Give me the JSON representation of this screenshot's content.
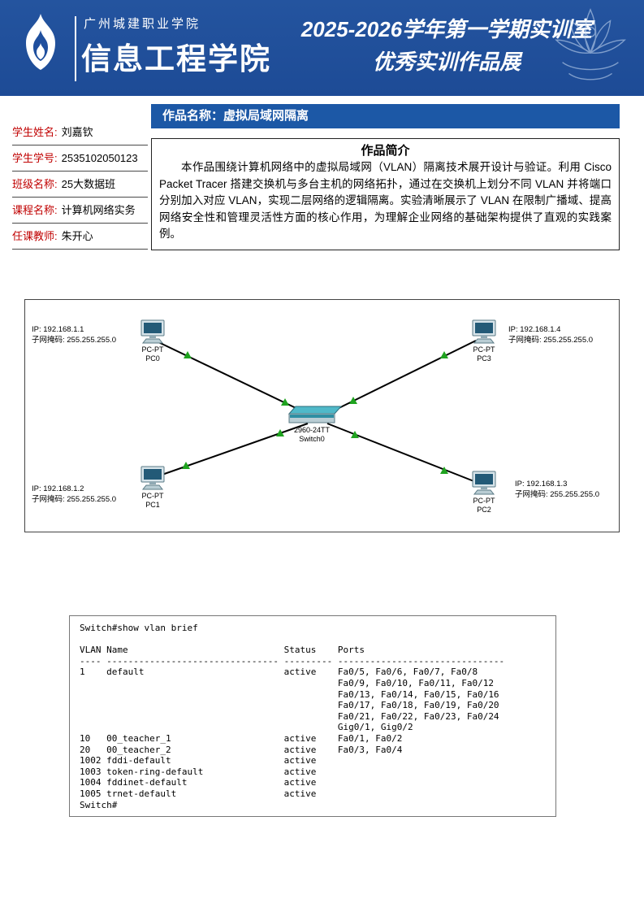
{
  "colors": {
    "header_blue": "#1f4f9e",
    "bar_blue": "#1c58a6",
    "label_red": "#c00000",
    "link_green": "#1fa31f"
  },
  "header": {
    "school_name": "广州城建职业学院",
    "college_name": "信息工程学院",
    "title_line1": "2025-2026学年第一学期实训室",
    "title_line2": "优秀实训作品展"
  },
  "student_info": {
    "fields": [
      {
        "label": "学生姓名:",
        "value": "刘嘉钦"
      },
      {
        "label": "学生学号:",
        "value": "2535102050123"
      },
      {
        "label": "班级名称:",
        "value": "25大数据班"
      },
      {
        "label": "课程名称:",
        "value": "计算机网络实务"
      },
      {
        "label": "任课教师:",
        "value": "朱开心"
      }
    ]
  },
  "work": {
    "name": "作品名称：虚拟局域网隔离",
    "intro_title": "作品简介",
    "intro_text": "本作品围绕计算机网络中的虚拟局域网（VLAN）隔离技术展开设计与验证。利用 Cisco Packet Tracer 搭建交换机与多台主机的网络拓扑，通过在交换机上划分不同 VLAN 并将端口分别加入对应 VLAN，实现二层网络的逻辑隔离。实验清晰展示了 VLAN 在限制广播域、提高网络安全性和管理灵活性方面的核心作用，为理解企业网络的基础架构提供了直观的实践案例。"
  },
  "topology": {
    "switch": {
      "model": "2960-24TT",
      "name": "Switch0"
    },
    "pcs": {
      "pc0": {
        "type": "PC-PT",
        "name": "PC0",
        "ip": "IP: 192.168.1.1",
        "mask": "子网掩码: 255.255.255.0"
      },
      "pc3": {
        "type": "PC-PT",
        "name": "PC3",
        "ip": "IP: 192.168.1.4",
        "mask": "子网掩码: 255.255.255.0"
      },
      "pc1": {
        "type": "PC-PT",
        "name": "PC1",
        "ip": "IP: 192.168.1.2",
        "mask": "子网掩码: 255.255.255.0"
      },
      "pc2": {
        "type": "PC-PT",
        "name": "PC2",
        "ip": "IP: 192.168.1.3",
        "mask": "子网掩码: 255.255.255.0"
      }
    }
  },
  "terminal": {
    "text": "Switch#show vlan brief\n\nVLAN Name                             Status    Ports\n---- -------------------------------- --------- -------------------------------\n1    default                          active    Fa0/5, Fa0/6, Fa0/7, Fa0/8\n                                                Fa0/9, Fa0/10, Fa0/11, Fa0/12\n                                                Fa0/13, Fa0/14, Fa0/15, Fa0/16\n                                                Fa0/17, Fa0/18, Fa0/19, Fa0/20\n                                                Fa0/21, Fa0/22, Fa0/23, Fa0/24\n                                                Gig0/1, Gig0/2\n10   00_teacher_1                     active    Fa0/1, Fa0/2\n20   00_teacher_2                     active    Fa0/3, Fa0/4\n1002 fddi-default                     active    \n1003 token-ring-default               active    \n1004 fddinet-default                  active    \n1005 trnet-default                    active    \nSwitch#"
  }
}
